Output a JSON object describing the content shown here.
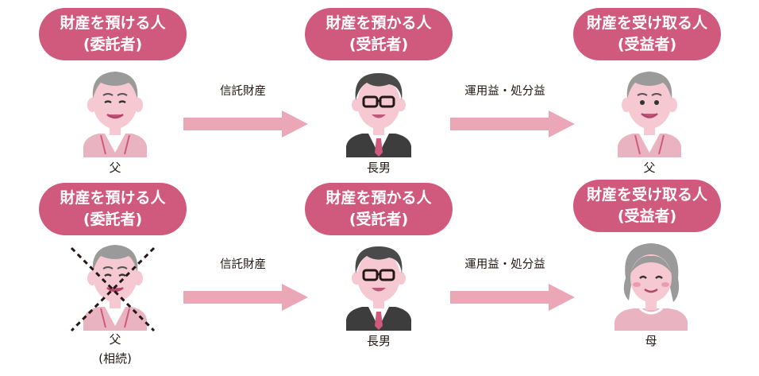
{
  "rows": [
    {
      "settlor": {
        "title_line1": "財産を預ける人",
        "title_line2": "(委託者)",
        "name": "父"
      },
      "trustee": {
        "title_line1": "財産を預かる人",
        "title_line2": "(受託者)",
        "name": "長男"
      },
      "beneficiary": {
        "title_line1": "財産を受け取る人",
        "title_line2": "(受益者)",
        "name": "父"
      },
      "flow1_label": "信託財産",
      "flow2_label": "運用益・処分益"
    },
    {
      "settlor": {
        "title_line1": "財産を預ける人",
        "title_line2": "(委託者)",
        "name": "父",
        "note": "(相続)"
      },
      "trustee": {
        "title_line1": "財産を預かる人",
        "title_line2": "(受託者)",
        "name": "長男"
      },
      "beneficiary": {
        "title_line1": "財産を受け取る人",
        "title_line2": "(受益者)",
        "name": "母"
      },
      "flow1_label": "信託財産",
      "flow2_label": "運用益・処分益"
    }
  ],
  "colors": {
    "pill": "#d05a7e",
    "arrow": "#eba7b6",
    "skin": "#f5c8d2",
    "hair_gray": "#9a9a9a",
    "suit": "#3d3d3d"
  },
  "icons": [
    "father-icon",
    "son-icon",
    "mother-icon",
    "deceased-cross-icon",
    "arrow-right-icon"
  ]
}
